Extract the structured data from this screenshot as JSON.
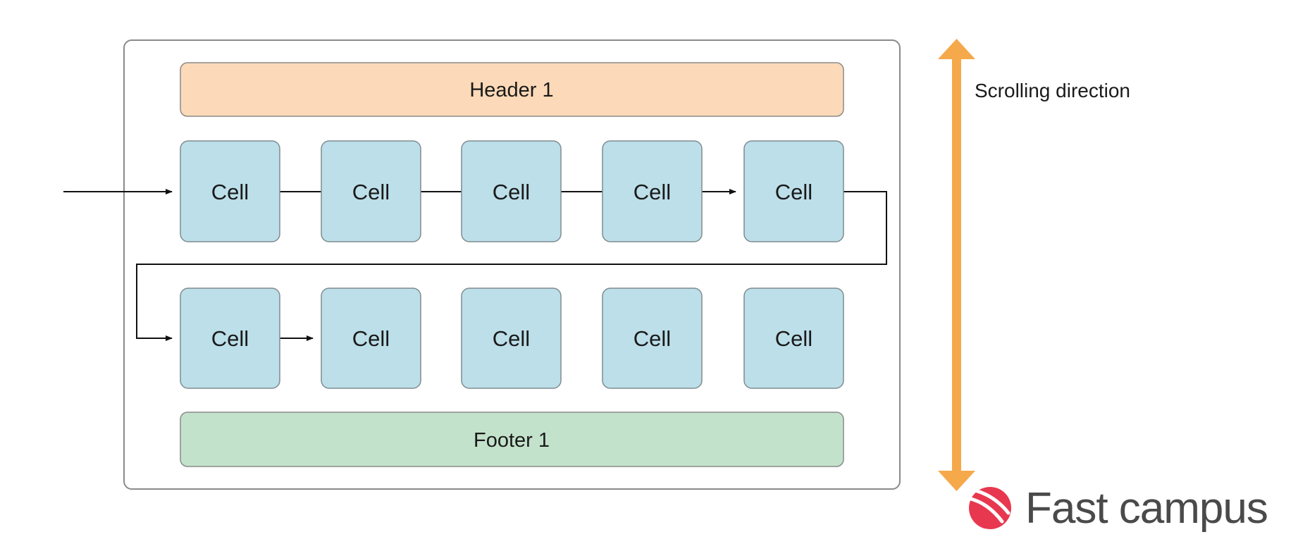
{
  "header": {
    "label": "Header 1",
    "fill": "#fcd9b8"
  },
  "footer": {
    "label": "Footer 1",
    "fill": "#c3e2cb"
  },
  "cells": {
    "fill": "#bcdfe9",
    "row1": [
      "Cell",
      "Cell",
      "Cell",
      "Cell",
      "Cell"
    ],
    "row2": [
      "Cell",
      "Cell",
      "Cell",
      "Cell",
      "Cell"
    ]
  },
  "scroll": {
    "label": "Scrolling direction",
    "color": "#f5a94a"
  },
  "logo": {
    "text": "Fast campus",
    "color": "#e8384f",
    "icon": "fastcampus-logo-icon"
  }
}
